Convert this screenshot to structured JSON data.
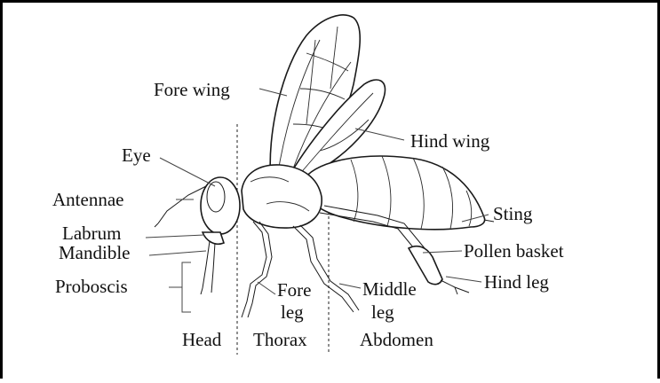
{
  "labels": {
    "fore_wing": "Fore wing",
    "hind_wing": "Hind wing",
    "eye": "Eye",
    "antennae": "Antennae",
    "labrum": "Labrum",
    "mandible": "Mandible",
    "proboscis": "Proboscis",
    "sting": "Sting",
    "pollen_basket": "Pollen basket",
    "hind_leg": "Hind leg",
    "fore_leg_line1": "Fore",
    "fore_leg_line2": "leg",
    "middle_leg_line1": "Middle",
    "middle_leg_line2": "leg",
    "head": "Head",
    "thorax": "Thorax",
    "abdomen": "Abdomen"
  },
  "colors": {
    "border": "#000000",
    "ink": "#111111",
    "background": "#ffffff"
  }
}
